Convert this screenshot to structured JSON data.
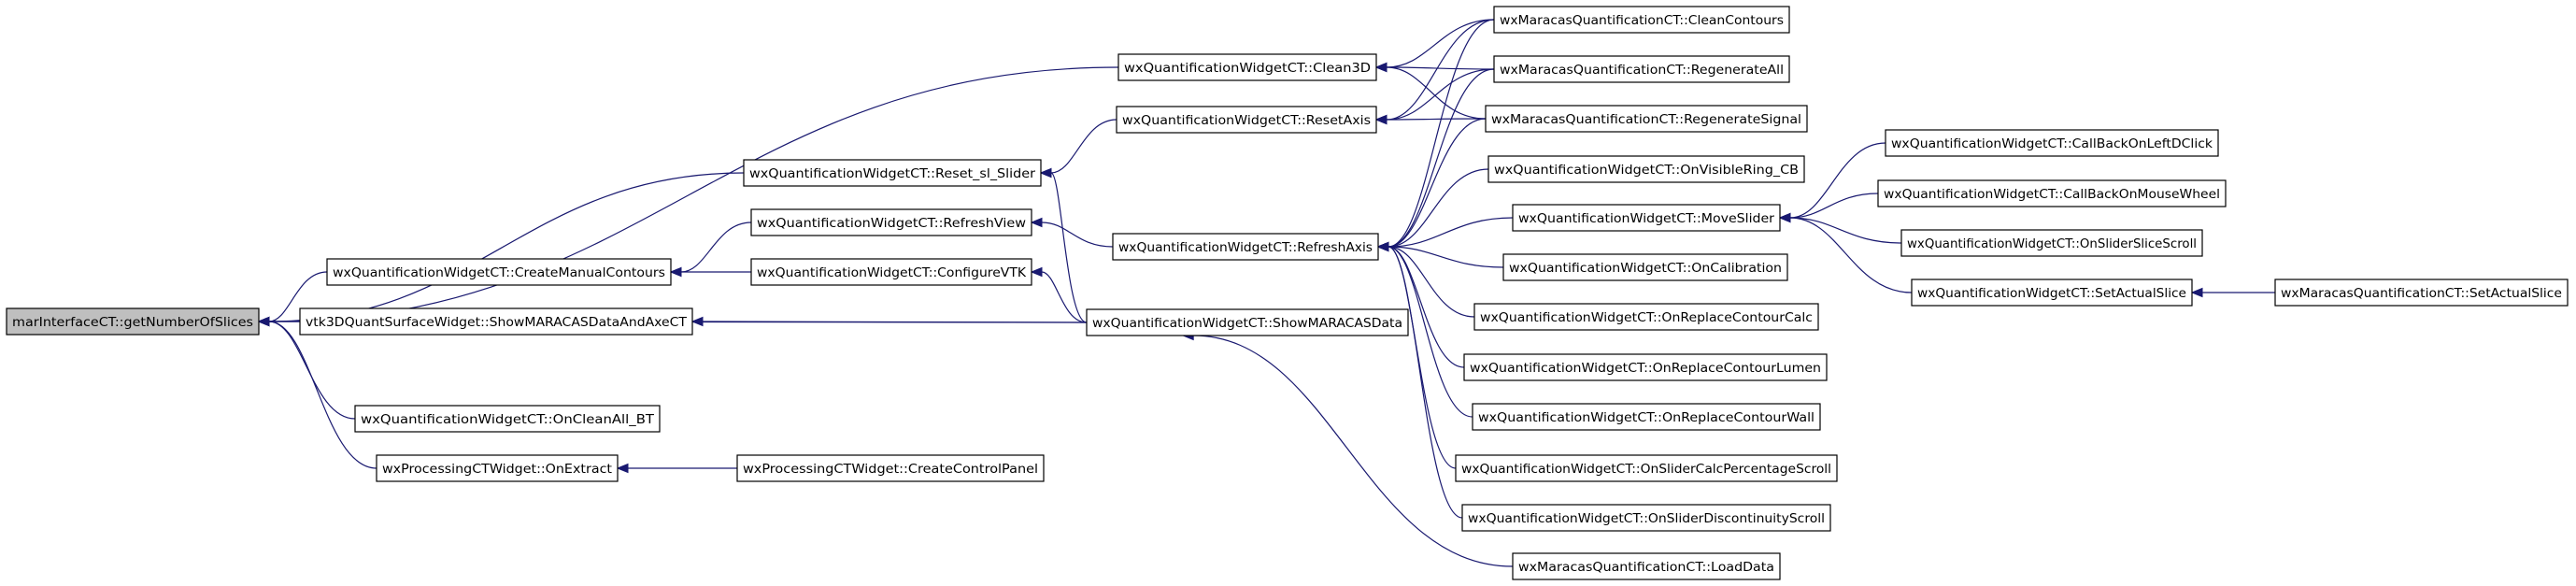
{
  "nodes": [
    {
      "id": "n0",
      "label": "marInterfaceCT::getNumberOfSlices"
    },
    {
      "id": "n1",
      "label": "wxQuantificationWidgetCT::Clean3D"
    },
    {
      "id": "n2",
      "label": "wxQuantificationWidgetCT::Reset_sl_Slider"
    },
    {
      "id": "n3",
      "label": "wxQuantificationWidgetCT::CreateManualContours"
    },
    {
      "id": "n4",
      "label": "vtk3DQuantSurfaceWidget::ShowMARACASDataAndAxeCT"
    },
    {
      "id": "n5",
      "label": "wxQuantificationWidgetCT::ShowMARACASData"
    },
    {
      "id": "n6",
      "label": "wxQuantificationWidgetCT::OnCleanAll_BT"
    },
    {
      "id": "n7",
      "label": "wxProcessingCTWidget::OnExtract"
    },
    {
      "id": "n8",
      "label": "wxQuantificationWidgetCT::ResetAxis"
    },
    {
      "id": "n9",
      "label": "wxQuantificationWidgetCT::RefreshView"
    },
    {
      "id": "n10",
      "label": "wxQuantificationWidgetCT::ConfigureVTK"
    },
    {
      "id": "n11",
      "label": "wxProcessingCTWidget::CreateControlPanel"
    },
    {
      "id": "n12",
      "label": "wxQuantificationWidgetCT::RefreshAxis"
    },
    {
      "id": "n13",
      "label": "wxMaracasQuantificationCT::CleanContours"
    },
    {
      "id": "n14",
      "label": "wxMaracasQuantificationCT::RegenerateAll"
    },
    {
      "id": "n15",
      "label": "wxMaracasQuantificationCT::RegenerateSignal"
    },
    {
      "id": "n16",
      "label": "wxQuantificationWidgetCT::OnVisibleRing_CB"
    },
    {
      "id": "n17",
      "label": "wxQuantificationWidgetCT::MoveSlider"
    },
    {
      "id": "n18",
      "label": "wxQuantificationWidgetCT::OnCalibration"
    },
    {
      "id": "n19",
      "label": "wxQuantificationWidgetCT::OnReplaceContourCalc"
    },
    {
      "id": "n20",
      "label": "wxQuantificationWidgetCT::OnReplaceContourLumen"
    },
    {
      "id": "n21",
      "label": "wxQuantificationWidgetCT::OnReplaceContourWall"
    },
    {
      "id": "n22",
      "label": "wxQuantificationWidgetCT::OnSliderCalcPercentageScroll"
    },
    {
      "id": "n23",
      "label": "wxQuantificationWidgetCT::OnSliderDiscontinuityScroll"
    },
    {
      "id": "n24",
      "label": "wxMaracasQuantificationCT::LoadData"
    },
    {
      "id": "n25",
      "label": "wxQuantificationWidgetCT::CallBackOnLeftDClick"
    },
    {
      "id": "n26",
      "label": "wxQuantificationWidgetCT::CallBackOnMouseWheel"
    },
    {
      "id": "n27",
      "label": "wxQuantificationWidgetCT::OnSliderSliceScroll"
    },
    {
      "id": "n28",
      "label": "wxQuantificationWidgetCT::SetActualSlice"
    },
    {
      "id": "n29",
      "label": "wxMaracasQuantificationCT::SetActualSlice"
    }
  ],
  "edges": [
    {
      "from": "n1",
      "to": "n0"
    },
    {
      "from": "n2",
      "to": "n0"
    },
    {
      "from": "n3",
      "to": "n0"
    },
    {
      "from": "n4",
      "to": "n0"
    },
    {
      "from": "n5",
      "to": "n0"
    },
    {
      "from": "n6",
      "to": "n0"
    },
    {
      "from": "n7",
      "to": "n0"
    },
    {
      "from": "n13",
      "to": "n1"
    },
    {
      "from": "n14",
      "to": "n1"
    },
    {
      "from": "n15",
      "to": "n1"
    },
    {
      "from": "n8",
      "to": "n2"
    },
    {
      "from": "n5",
      "to": "n2"
    },
    {
      "from": "n9",
      "to": "n3"
    },
    {
      "from": "n10",
      "to": "n3"
    },
    {
      "from": "n5",
      "to": "n4"
    },
    {
      "from": "n24",
      "to": "n5"
    },
    {
      "from": "n11",
      "to": "n7"
    },
    {
      "from": "n13",
      "to": "n8"
    },
    {
      "from": "n14",
      "to": "n8"
    },
    {
      "from": "n15",
      "to": "n8"
    },
    {
      "from": "n12",
      "to": "n9"
    },
    {
      "from": "n5",
      "to": "n10"
    },
    {
      "from": "n13",
      "to": "n12"
    },
    {
      "from": "n14",
      "to": "n12"
    },
    {
      "from": "n15",
      "to": "n12"
    },
    {
      "from": "n16",
      "to": "n12"
    },
    {
      "from": "n17",
      "to": "n12"
    },
    {
      "from": "n18",
      "to": "n12"
    },
    {
      "from": "n19",
      "to": "n12"
    },
    {
      "from": "n20",
      "to": "n12"
    },
    {
      "from": "n21",
      "to": "n12"
    },
    {
      "from": "n22",
      "to": "n12"
    },
    {
      "from": "n23",
      "to": "n12"
    },
    {
      "from": "n25",
      "to": "n17"
    },
    {
      "from": "n26",
      "to": "n17"
    },
    {
      "from": "n27",
      "to": "n17"
    },
    {
      "from": "n28",
      "to": "n17"
    },
    {
      "from": "n29",
      "to": "n28"
    }
  ]
}
